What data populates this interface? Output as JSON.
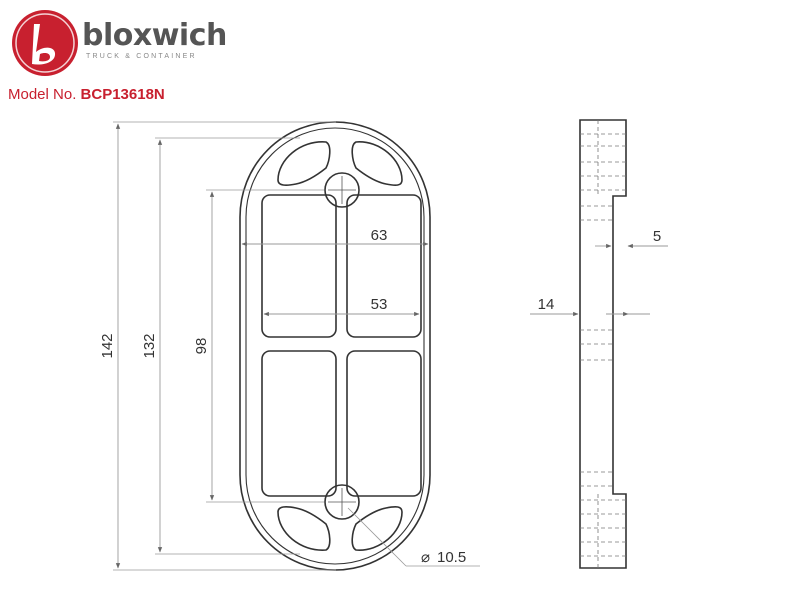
{
  "header": {
    "brand_name": "bloxwich",
    "brand_tagline": "TRUCK & CONTAINER",
    "model_label": "Model No.",
    "model_number": "BCP13618N"
  },
  "colors": {
    "brand_red": "#c8202f",
    "line": "#333333",
    "dimension_line": "#9a9a9a"
  },
  "drawing": {
    "front_view": {
      "overall_height": "142",
      "outer_height": "132",
      "hole_spacing": "98",
      "overall_width": "63",
      "inner_width": "53",
      "hole_diameter": "10.5",
      "diameter_symbol": "⌀"
    },
    "side_view": {
      "thickness": "14",
      "step": "5"
    }
  }
}
